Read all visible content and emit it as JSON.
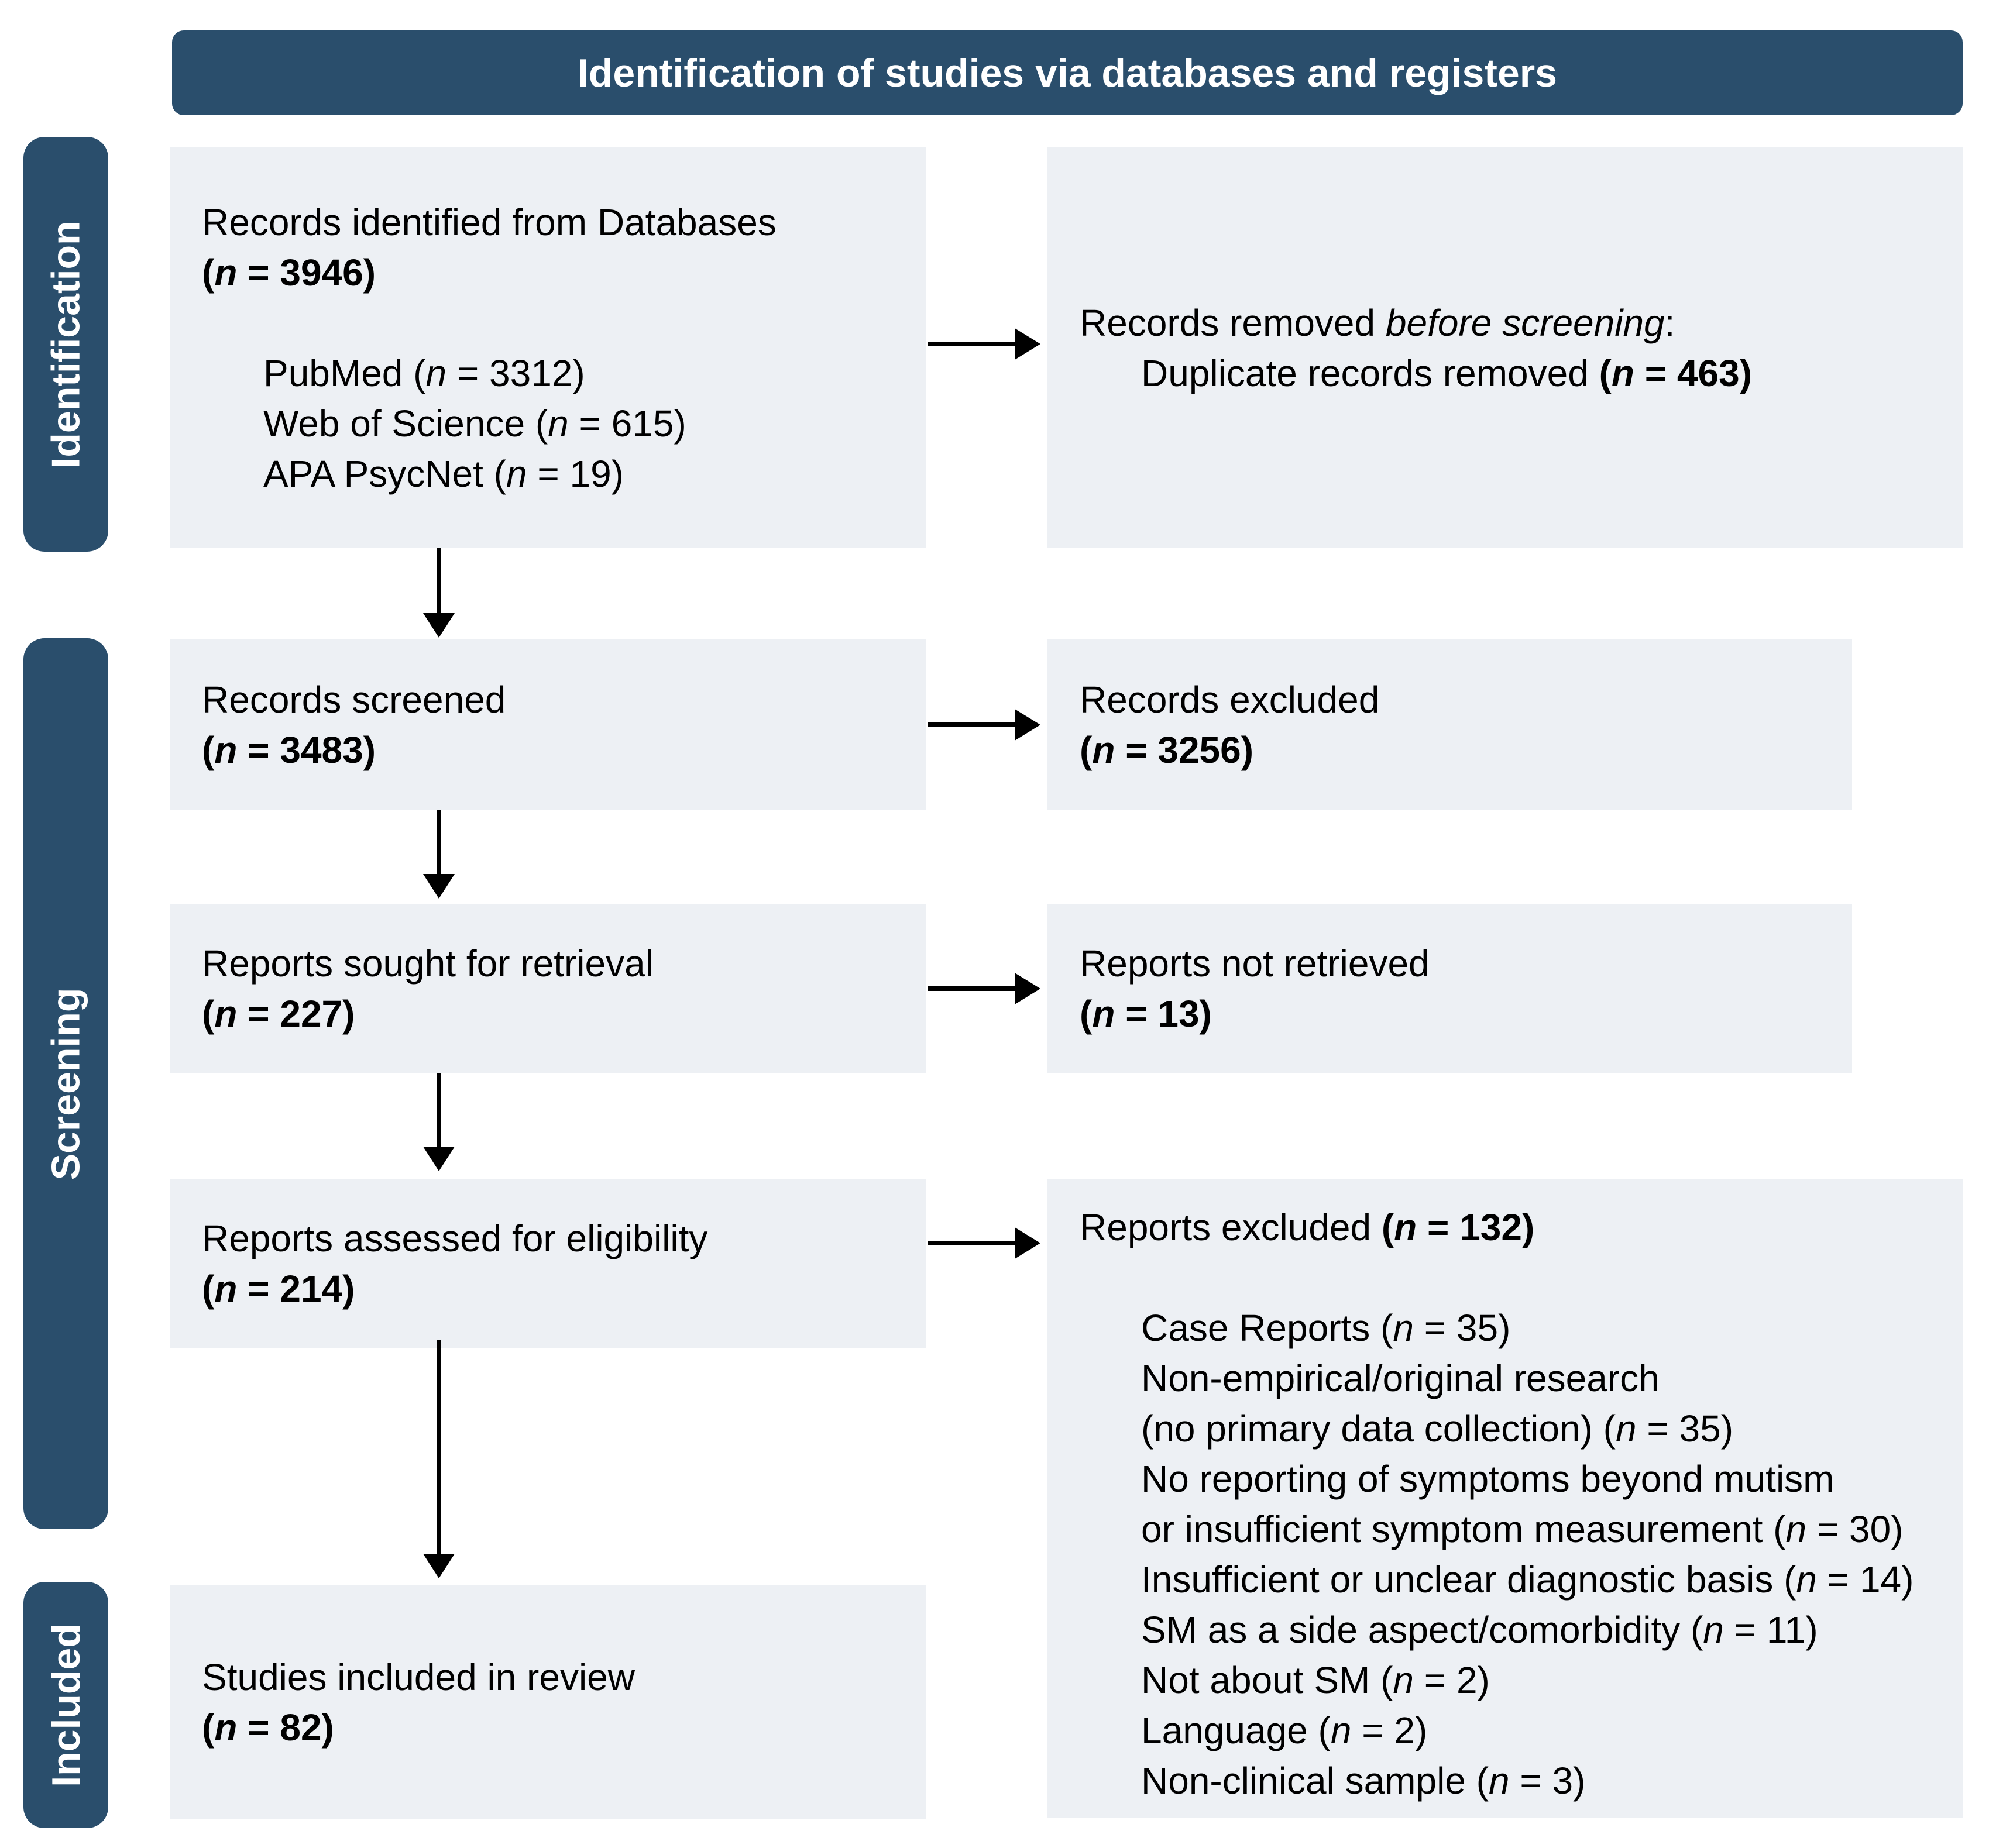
{
  "colors": {
    "navy": "#2a4e6c",
    "box_background": "#edf0f4",
    "arrow": "#000000",
    "banner_text": "#ffffff"
  },
  "banner": {
    "title": "Identification of studies via databases and registers"
  },
  "stages": [
    {
      "label": "Identification"
    },
    {
      "label": "Screening"
    },
    {
      "label": "Included"
    }
  ],
  "boxes": {
    "records_identified": {
      "lines": [
        {
          "parts": [
            {
              "t": "Records identified from Databases"
            }
          ]
        },
        {
          "parts": [
            {
              "t": "(",
              "b": 1
            },
            {
              "t": "n",
              "b": 1,
              "i": 1
            },
            {
              "t": " = 3946)",
              "b": 1
            }
          ]
        },
        {
          "parts": []
        },
        {
          "indent": 1,
          "parts": [
            {
              "t": "PubMed ("
            },
            {
              "t": "n",
              "i": 1
            },
            {
              "t": " = 3312)"
            }
          ]
        },
        {
          "indent": 1,
          "parts": [
            {
              "t": "Web of Science ("
            },
            {
              "t": "n",
              "i": 1
            },
            {
              "t": " = 615)"
            }
          ]
        },
        {
          "indent": 1,
          "parts": [
            {
              "t": "APA PsycNet ("
            },
            {
              "t": "n",
              "i": 1
            },
            {
              "t": " = 19)"
            }
          ]
        }
      ]
    },
    "records_removed": {
      "lines": [
        {
          "parts": [
            {
              "t": "Records removed "
            },
            {
              "t": "before screening",
              "i": 1
            },
            {
              "t": ":"
            }
          ]
        },
        {
          "indent": 1,
          "parts": [
            {
              "t": "Duplicate records removed "
            },
            {
              "t": "(",
              "b": 1
            },
            {
              "t": "n",
              "b": 1,
              "i": 1
            },
            {
              "t": " = 463)",
              "b": 1
            }
          ]
        }
      ]
    },
    "records_screened": {
      "lines": [
        {
          "parts": [
            {
              "t": "Records screened"
            }
          ]
        },
        {
          "parts": [
            {
              "t": "(",
              "b": 1
            },
            {
              "t": "n",
              "b": 1,
              "i": 1
            },
            {
              "t": " = 3483)",
              "b": 1
            }
          ]
        }
      ]
    },
    "records_excluded": {
      "lines": [
        {
          "parts": [
            {
              "t": "Records excluded"
            }
          ]
        },
        {
          "parts": [
            {
              "t": "(",
              "b": 1
            },
            {
              "t": "n",
              "b": 1,
              "i": 1
            },
            {
              "t": " = 3256)",
              "b": 1
            }
          ]
        }
      ]
    },
    "reports_sought": {
      "lines": [
        {
          "parts": [
            {
              "t": "Reports sought for retrieval"
            }
          ]
        },
        {
          "parts": [
            {
              "t": "(",
              "b": 1
            },
            {
              "t": "n",
              "b": 1,
              "i": 1
            },
            {
              "t": " = 227)",
              "b": 1
            }
          ]
        }
      ]
    },
    "reports_not_retrieved": {
      "lines": [
        {
          "parts": [
            {
              "t": "Reports not retrieved"
            }
          ]
        },
        {
          "parts": [
            {
              "t": "(",
              "b": 1
            },
            {
              "t": "n",
              "b": 1,
              "i": 1
            },
            {
              "t": " = 13)",
              "b": 1
            }
          ]
        }
      ]
    },
    "reports_assessed": {
      "lines": [
        {
          "parts": [
            {
              "t": "Reports assessed for eligibility"
            }
          ]
        },
        {
          "parts": [
            {
              "t": "(",
              "b": 1
            },
            {
              "t": "n",
              "b": 1,
              "i": 1
            },
            {
              "t": " = 214)",
              "b": 1
            }
          ]
        }
      ]
    },
    "reports_excluded": {
      "lines": [
        {
          "parts": [
            {
              "t": "Reports excluded "
            },
            {
              "t": "(",
              "b": 1
            },
            {
              "t": "n",
              "b": 1,
              "i": 1
            },
            {
              "t": " = 132)",
              "b": 1
            }
          ]
        },
        {
          "parts": []
        },
        {
          "indent": 1,
          "parts": [
            {
              "t": "Case Reports ("
            },
            {
              "t": "n",
              "i": 1
            },
            {
              "t": " = 35)"
            }
          ]
        },
        {
          "indent": 1,
          "parts": [
            {
              "t": "Non-empirical/original research"
            }
          ]
        },
        {
          "indent": 1,
          "parts": [
            {
              "t": "(no primary data collection) ("
            },
            {
              "t": "n",
              "i": 1
            },
            {
              "t": " = 35)"
            }
          ]
        },
        {
          "indent": 1,
          "parts": [
            {
              "t": "No reporting of symptoms beyond mutism"
            }
          ]
        },
        {
          "indent": 1,
          "parts": [
            {
              "t": "or insufficient symptom measurement ("
            },
            {
              "t": "n",
              "i": 1
            },
            {
              "t": " = 30)"
            }
          ]
        },
        {
          "indent": 1,
          "parts": [
            {
              "t": "Insufficient or unclear diagnostic basis ("
            },
            {
              "t": "n",
              "i": 1
            },
            {
              "t": " = 14)"
            }
          ]
        },
        {
          "indent": 1,
          "parts": [
            {
              "t": "SM as a side aspect/comorbidity ("
            },
            {
              "t": "n",
              "i": 1
            },
            {
              "t": " = 11)"
            }
          ]
        },
        {
          "indent": 1,
          "parts": [
            {
              "t": "Not about SM ("
            },
            {
              "t": "n",
              "i": 1
            },
            {
              "t": " = 2)"
            }
          ]
        },
        {
          "indent": 1,
          "parts": [
            {
              "t": "Language ("
            },
            {
              "t": "n",
              "i": 1
            },
            {
              "t": " = 2)"
            }
          ]
        },
        {
          "indent": 1,
          "parts": [
            {
              "t": "Non-clinical sample ("
            },
            {
              "t": "n",
              "i": 1
            },
            {
              "t": " = 3)"
            }
          ]
        }
      ]
    },
    "studies_included": {
      "lines": [
        {
          "parts": [
            {
              "t": "Studies included in review"
            }
          ]
        },
        {
          "parts": [
            {
              "t": "(",
              "b": 1
            },
            {
              "t": "n",
              "b": 1,
              "i": 1
            },
            {
              "t": " = 82)",
              "b": 1
            }
          ]
        }
      ]
    }
  }
}
